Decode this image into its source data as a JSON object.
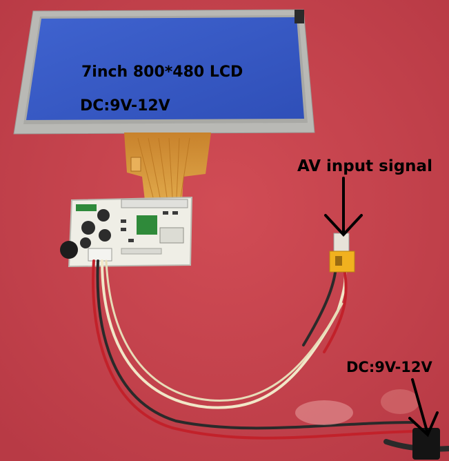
{
  "labels": {
    "lcd_title": "7inch 800*480 LCD",
    "lcd_dc": "DC:9V-12V",
    "av_input": "AV input signal",
    "power_dc": "DC:9V-12V"
  },
  "colors": {
    "background": "#c8424c",
    "screen_blue": "#3b5fc8",
    "bezel": "#b8b8b4",
    "flex_cable": "#d39a3a",
    "pcb": "#f0efe8",
    "rca_plug": "#f0b21f"
  },
  "icons": [
    "arrow-down-icon"
  ]
}
